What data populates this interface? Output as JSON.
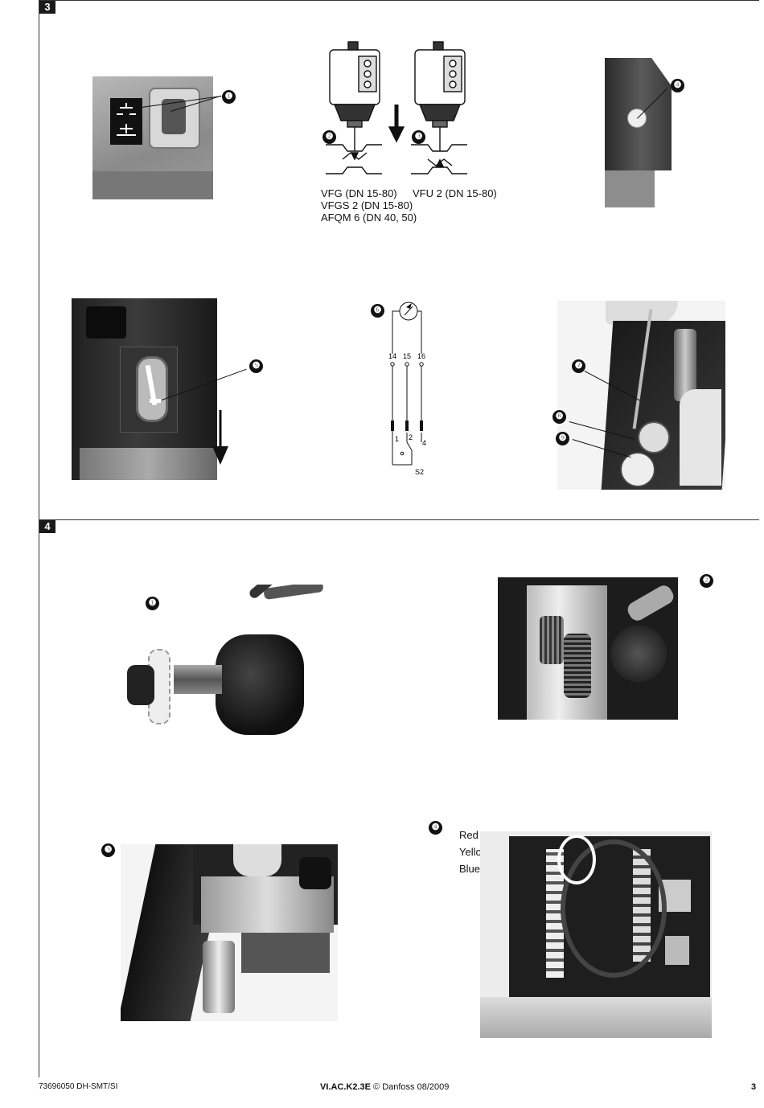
{
  "sections": [
    {
      "number": "3"
    },
    {
      "number": "4"
    }
  ],
  "callouts": {
    "s3": [
      "❶",
      "❷",
      "❸",
      "❹",
      "❺",
      "❻",
      "❼",
      "❽",
      "❾"
    ],
    "s4": [
      "❶",
      "❷",
      "❸",
      "❹"
    ]
  },
  "valve_captions": {
    "left_lines": [
      "VFG (DN 15-80)",
      "VFGS 2 (DN 15-80)",
      "AFQM 6 (DN 40, 50)"
    ],
    "right": "VFU 2 (DN 15-80)"
  },
  "terminal_diagram": {
    "terminals": [
      "14",
      "15",
      "16"
    ],
    "contacts": [
      "1",
      "2",
      "4"
    ],
    "switch_label": "S2"
  },
  "wire_labels": [
    "Red",
    "Yellow",
    "Blue"
  ],
  "footer": {
    "left": "73696050 DH-SMT/SI",
    "center_bold": "VI.AC.K2.3E",
    "center_rest": "© Danfoss 08/2009",
    "page": "3"
  }
}
